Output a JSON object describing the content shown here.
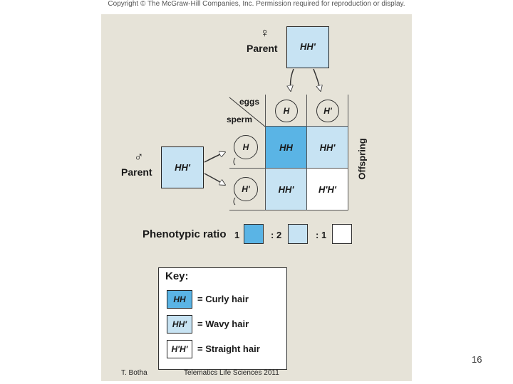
{
  "header": {
    "copyright": "Copyright © The McGraw-Hill Companies, Inc. Permission required for reproduction or display."
  },
  "female_parent": {
    "symbol": "♀",
    "label": "Parent",
    "genotype": "HH'"
  },
  "male_parent": {
    "symbol": "♂",
    "label": "Parent",
    "genotype": "HH'"
  },
  "punnett": {
    "eggs_label": "eggs",
    "sperm_label": "sperm",
    "eggs": [
      "H",
      "H'"
    ],
    "sperm": [
      "H",
      "H'"
    ],
    "cells": [
      [
        "HH",
        "HH'"
      ],
      [
        "HH'",
        "H'H'"
      ]
    ],
    "offspring_label": "Offspring"
  },
  "ratio": {
    "label": "Phenotypic ratio",
    "first": "1",
    "second": ": 2",
    "third": ": 1"
  },
  "key": {
    "title": "Key:",
    "items": [
      {
        "genotype": "HH",
        "description": "= Curly hair",
        "color": "#5ab4e5"
      },
      {
        "genotype": "HH'",
        "description": "= Wavy hair",
        "color": "#c7e3f3"
      },
      {
        "genotype": "H'H'",
        "description": "= Straight hair",
        "color": "#ffffff"
      }
    ]
  },
  "footer": {
    "author": "T. Botha",
    "course": "Telematics Life Sciences 2011",
    "page_number": "16"
  }
}
